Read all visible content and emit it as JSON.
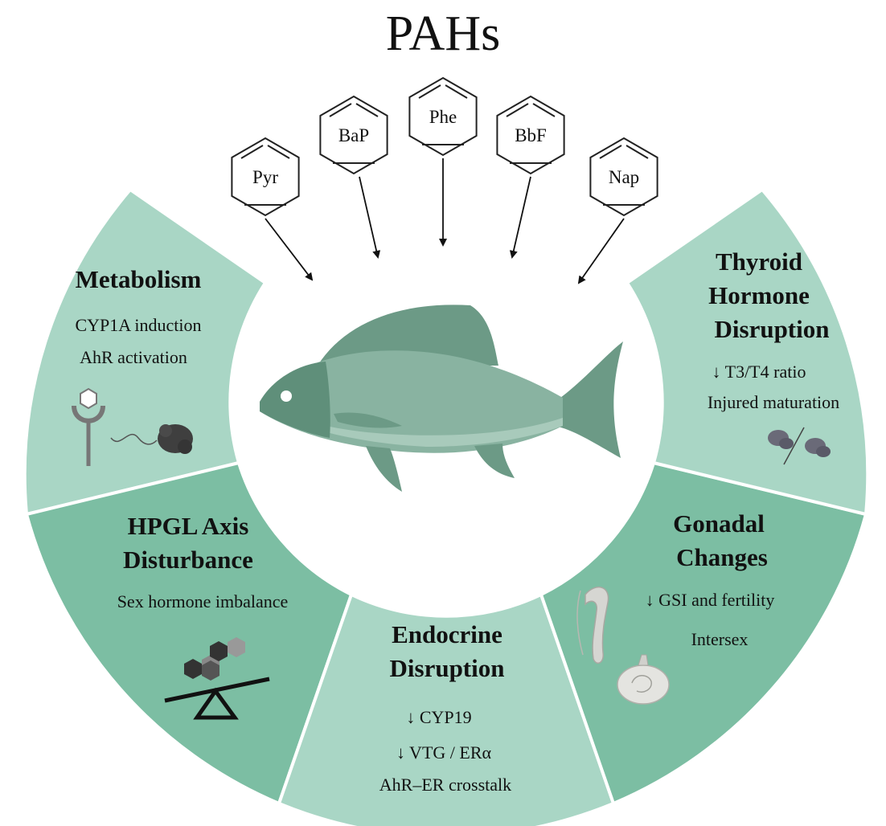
{
  "title": "PAHs",
  "compounds": [
    "Pyr",
    "BaP",
    "Phe",
    "BbF",
    "Nap"
  ],
  "sections": {
    "metabolism": {
      "heading": [
        "Metabolism"
      ],
      "lines": [
        "CYP1A induction",
        "AhR activation"
      ]
    },
    "thyroid": {
      "heading": [
        "Thyroid",
        "Hormone",
        "Disruption"
      ],
      "lines": [
        "↓ T3/T4 ratio",
        "Injured maturation"
      ]
    },
    "hpgl": {
      "heading": [
        "HPGL Axis",
        "Disturbance"
      ],
      "lines": [
        "Sex hormone imbalance"
      ]
    },
    "gonadal": {
      "heading": [
        "Gonadal",
        "Changes"
      ],
      "lines": [
        "↓ GSI and fertility",
        "Intersex"
      ]
    },
    "endocrine": {
      "heading": [
        "Endocrine",
        "Disruption"
      ],
      "lines": [
        "↓ CYP19",
        "↓ VTG / ERα",
        "AhR–ER crosstalk"
      ]
    }
  },
  "colors": {
    "light_segment": "#a9d6c5",
    "dark_segment": "#7cbea3",
    "fish_body": "#7ba895",
    "fish_dark": "#5f8f7a"
  }
}
